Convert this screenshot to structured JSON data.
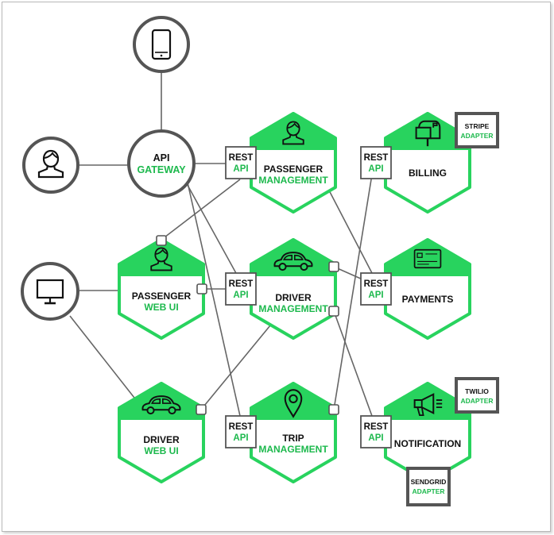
{
  "colors": {
    "accent": "#1db94d",
    "accent_fill": "#28d35e",
    "line": "#666666",
    "dark_border": "#555555",
    "text": "#111111"
  },
  "clients": {
    "mobile": {
      "icon": "mobile-phone-icon"
    },
    "person": {
      "icon": "person-icon"
    },
    "desktop": {
      "icon": "desktop-monitor-icon"
    }
  },
  "gateway": {
    "line1": "API",
    "line2": "GATEWAY"
  },
  "rest_api": {
    "line1": "REST",
    "line2": "API"
  },
  "services": {
    "passenger_management": {
      "line1": "PASSENGER",
      "line2": "MANAGEMENT",
      "icon": "person-icon"
    },
    "driver_management": {
      "line1": "DRIVER",
      "line2": "MANAGEMENT",
      "icon": "car-icon"
    },
    "trip_management": {
      "line1": "TRIP",
      "line2": "MANAGEMENT",
      "icon": "map-pin-icon"
    },
    "passenger_web_ui": {
      "line1": "PASSENGER",
      "line2": "WEB UI",
      "icon": "person-icon"
    },
    "driver_web_ui": {
      "line1": "DRIVER",
      "line2": "WEB UI",
      "icon": "car-icon"
    },
    "billing": {
      "line1": "BILLING",
      "icon": "mailbox-icon"
    },
    "payments": {
      "line1": "PAYMENTS",
      "icon": "credit-card-icon"
    },
    "notification": {
      "line1": "NOTIFICATION",
      "icon": "megaphone-icon"
    }
  },
  "adapters": {
    "stripe": {
      "line1": "STRIPE",
      "line2": "ADAPTER"
    },
    "twilio": {
      "line1": "TWILIO",
      "line2": "ADAPTER"
    },
    "sendgrid": {
      "line1": "SENDGRID",
      "line2": "ADAPTER"
    }
  }
}
